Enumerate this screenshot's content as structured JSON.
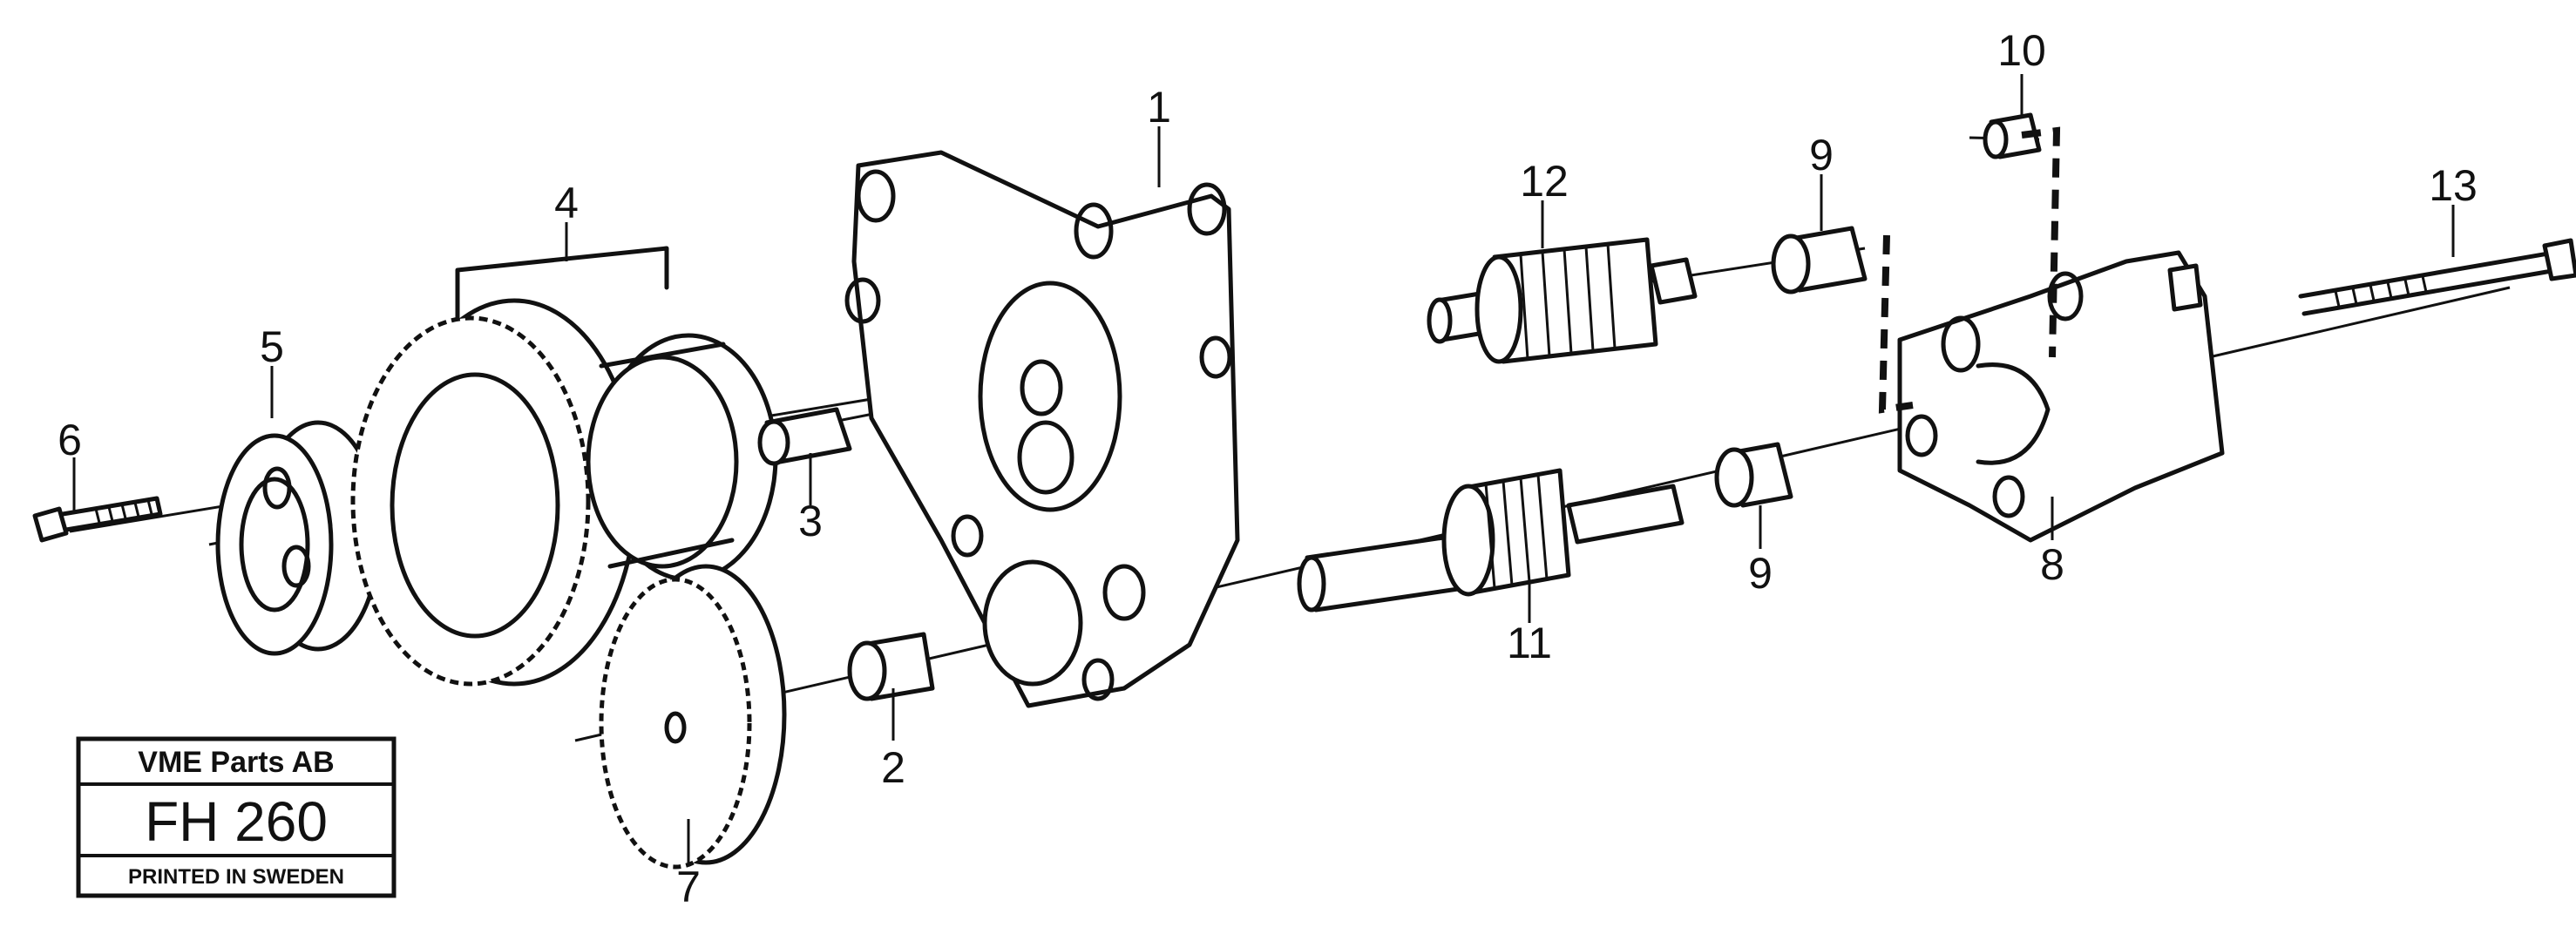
{
  "title_block": {
    "company": "VME Parts AB",
    "code": "FH 260",
    "footer": "PRINTED IN SWEDEN"
  },
  "callouts": [
    "1",
    "2",
    "3",
    "4",
    "5",
    "6",
    "7",
    "8",
    "9",
    "9",
    "10",
    "11",
    "12",
    "13"
  ]
}
